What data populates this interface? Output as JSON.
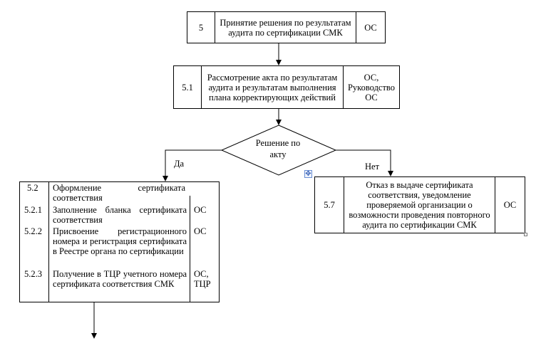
{
  "step5": {
    "num": "5",
    "text": "Принятие решения по результатам аудита по сертификации СМК",
    "who": "ОС"
  },
  "step51": {
    "num": "5.1",
    "text": "Рассмотрение акта по результатам аудита и результатам выполнения плана корректирующих действий",
    "who": "ОС, Руководство ОС"
  },
  "decision": {
    "text": "Решение по акту",
    "yes": "Да",
    "no": "Нет"
  },
  "step52": {
    "num": "5.2",
    "text": "Оформление сертификата соответствия",
    "items": [
      {
        "num": "5.2.1",
        "text": "Заполнение бланка сертификата соответствия",
        "who": "ОС"
      },
      {
        "num": "5.2.2",
        "text": "Присвоение регистрационного номера и регистрация сертификата в Реестре органа по сертификации",
        "who": "ОС"
      },
      {
        "num": "5.2.3",
        "text": "Получение в ТЦР учетного номера сертификата соответствия СМК",
        "who": "ОС, ТЦР"
      }
    ]
  },
  "step57": {
    "num": "5.7",
    "text": "Отказ в выдаче сертификата соответствия, уведомление проверяемой организации о возможности проведения повторного аудита по сертификации СМК",
    "who": "ОС"
  }
}
